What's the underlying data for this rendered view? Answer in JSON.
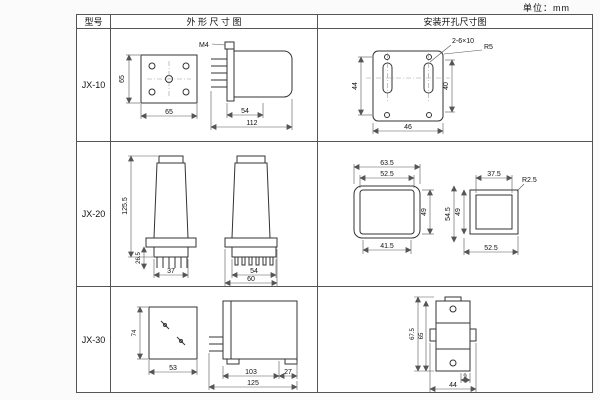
{
  "unit_label": "单位：mm",
  "headers": {
    "model": "型号",
    "outline": "外 形 尺 寸 图",
    "mounting": "安装开孔尺寸图"
  },
  "rows": {
    "jx10": {
      "model": "JX-10"
    },
    "jx20": {
      "model": "JX-20"
    },
    "jx30": {
      "model": "JX-30"
    }
  },
  "dims": {
    "jx10": {
      "front_h": "65",
      "front_w": "65",
      "m4": "M4",
      "side_depth": "54",
      "side_len": "112",
      "slot_label": "2-6×10",
      "radius": "R5",
      "mh_left": "44",
      "mh_right": "40",
      "mh_width": "46"
    },
    "jx20": {
      "front_h": "125.5",
      "pin_h": "26.5",
      "front_w": "37",
      "side_inner": "54",
      "side_w": "60",
      "m1_outer_w": "63.5",
      "m1_inner_w": "52.5",
      "m1_h": "49",
      "m1_bottom_w": "41.5",
      "m2_top_w": "37.5",
      "m2_radius": "R2.5",
      "m2_outer_h": "54.5",
      "m2_inner_h": "49",
      "m2_bottom_w": "52.5"
    },
    "jx30": {
      "front_h": "74",
      "front_w": "53",
      "side_body": "103",
      "side_rear": "27",
      "side_total": "125",
      "m_outer_h": "67.5",
      "m_inner_h": "65",
      "m_tab": "9",
      "m_width": "44"
    }
  }
}
